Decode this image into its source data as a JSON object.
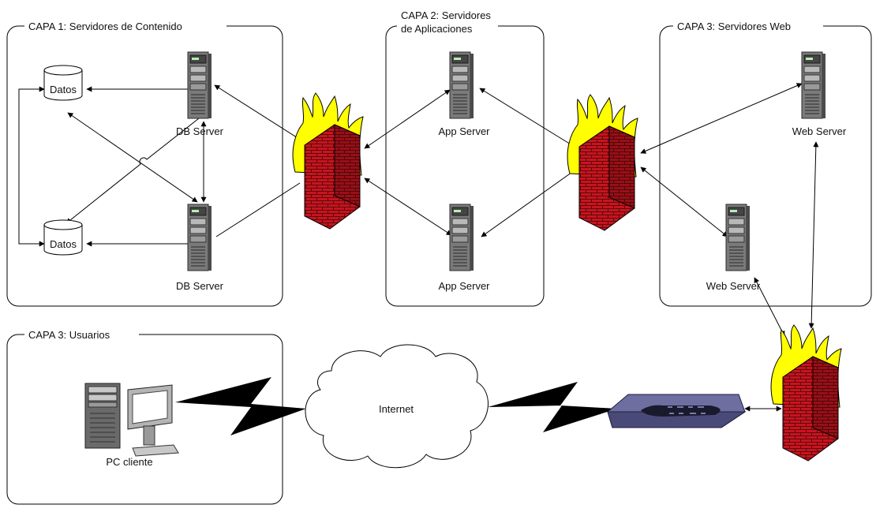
{
  "zones": {
    "content": "CAPA 1: Servidores de Contenido",
    "apps_line1": "CAPA 2: Servidores",
    "apps_line2": "de Aplicaciones",
    "web": "CAPA 3: Servidores Web",
    "users": "CAPA 3: Usuarios"
  },
  "nodes": {
    "datos_top": "Datos",
    "datos_bottom": "Datos",
    "db_server_top": "DB Server",
    "db_server_bottom": "DB Server",
    "app_server_top": "App Server",
    "app_server_bottom": "App Server",
    "web_server_top": "Web Server",
    "web_server_bottom": "Web Server",
    "internet": "Internet",
    "pc_cliente": "PC cliente"
  },
  "icons": {
    "database": "database-cylinder-icon",
    "server": "tower-server-icon",
    "firewall": "firewall-brick-flame-icon",
    "cloud": "cloud-icon",
    "router": "router-icon",
    "pc": "desktop-pc-icon",
    "link": "lightning-link-icon"
  },
  "colors": {
    "brick": "#c8141e",
    "mortar": "#5a0a0e",
    "flame": "#ffff00",
    "server_body": "#7a7a7a",
    "router_body": "#6e6ea0"
  }
}
